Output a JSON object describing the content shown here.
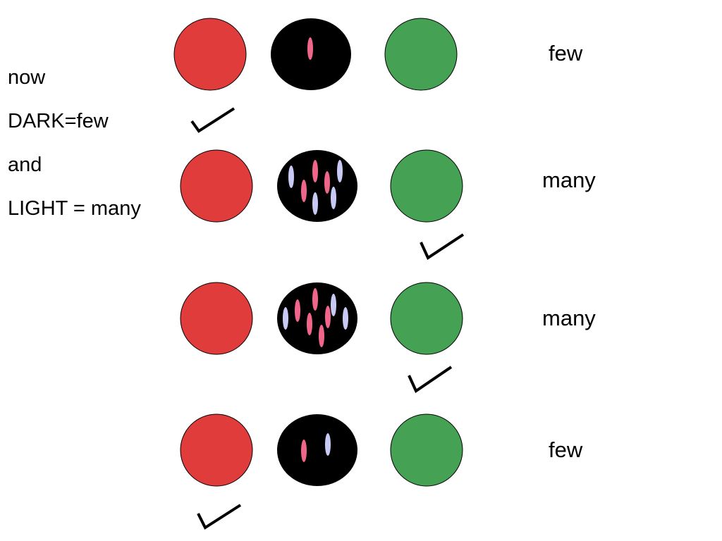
{
  "legend": {
    "lines": [
      "now",
      "DARK=few",
      "and",
      "LIGHT = many"
    ]
  },
  "colors": {
    "red": "#e03c3c",
    "black": "#000000",
    "green": "#45a153",
    "pink": "#f0668a",
    "lavender": "#c9c9f5",
    "check": "#000000"
  },
  "rows": [
    {
      "label": "few",
      "dark_marks": 1,
      "light_marks": 0,
      "checked": "red"
    },
    {
      "label": "many",
      "dark_marks": 3,
      "light_marks": 4,
      "checked": "green"
    },
    {
      "label": "many",
      "dark_marks": 5,
      "light_marks": 3,
      "checked": "green"
    },
    {
      "label": "few",
      "dark_marks": 1,
      "light_marks": 1,
      "checked": "red"
    }
  ]
}
